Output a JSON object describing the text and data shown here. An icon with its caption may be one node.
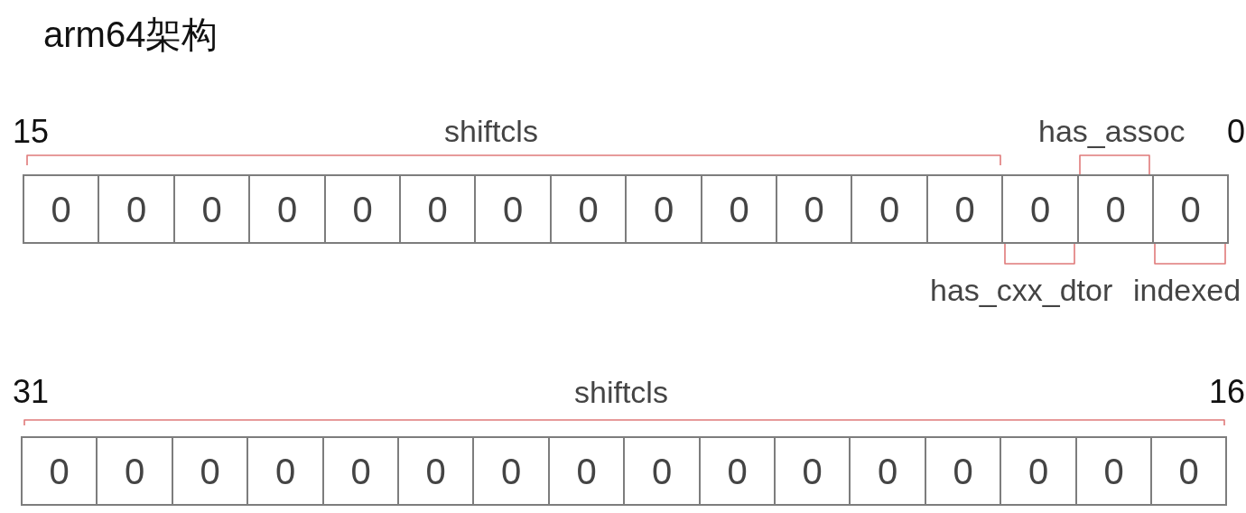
{
  "diagram": {
    "title": "arm64架构",
    "nodes": [
      {
        "text": [
          "0"
        ]
      },
      {
        "text": [
          "0"
        ]
      },
      {
        "text": [
          "0"
        ]
      },
      {
        "text": [
          "0"
        ]
      },
      {
        "text": [
          "0"
        ]
      },
      {
        "text": [
          "0"
        ]
      },
      {
        "text": [
          "0"
        ]
      },
      {
        "text": [
          "0"
        ]
      },
      {
        "text": [
          "0"
        ]
      },
      {
        "text": [
          "0"
        ]
      },
      {
        "text": [
          "0"
        ]
      },
      {
        "text": [
          "0"
        ]
      },
      {
        "text": [
          "0"
        ]
      },
      {
        "text": [
          "0"
        ]
      },
      {
        "text": [
          "0"
        ]
      },
      {
        "text": [
          "0"
        ]
      },
      {
        "text": [
          "0"
        ]
      },
      {
        "text": [
          "0"
        ]
      },
      {
        "text": [
          "0"
        ]
      },
      {
        "text": [
          "0"
        ]
      },
      {
        "text": [
          "0"
        ]
      },
      {
        "text": [
          "0"
        ]
      },
      {
        "text": [
          "0"
        ]
      },
      {
        "text": [
          "0"
        ]
      },
      {
        "text": [
          "0"
        ]
      },
      {
        "text": [
          "0"
        ]
      },
      {
        "text": [
          "0"
        ]
      },
      {
        "text": [
          "0"
        ]
      },
      {
        "text": [
          "0"
        ]
      },
      {
        "text": [
          "0"
        ]
      },
      {
        "text": [
          "0"
        ]
      },
      {
        "text": [
          "0"
        ]
      }
    ],
    "labels": [
      "15",
      "shiftcls",
      "has_assoc",
      "0",
      "has_cxx_dtor",
      "indexed",
      "31",
      "shiftcls",
      "16"
    ]
  }
}
